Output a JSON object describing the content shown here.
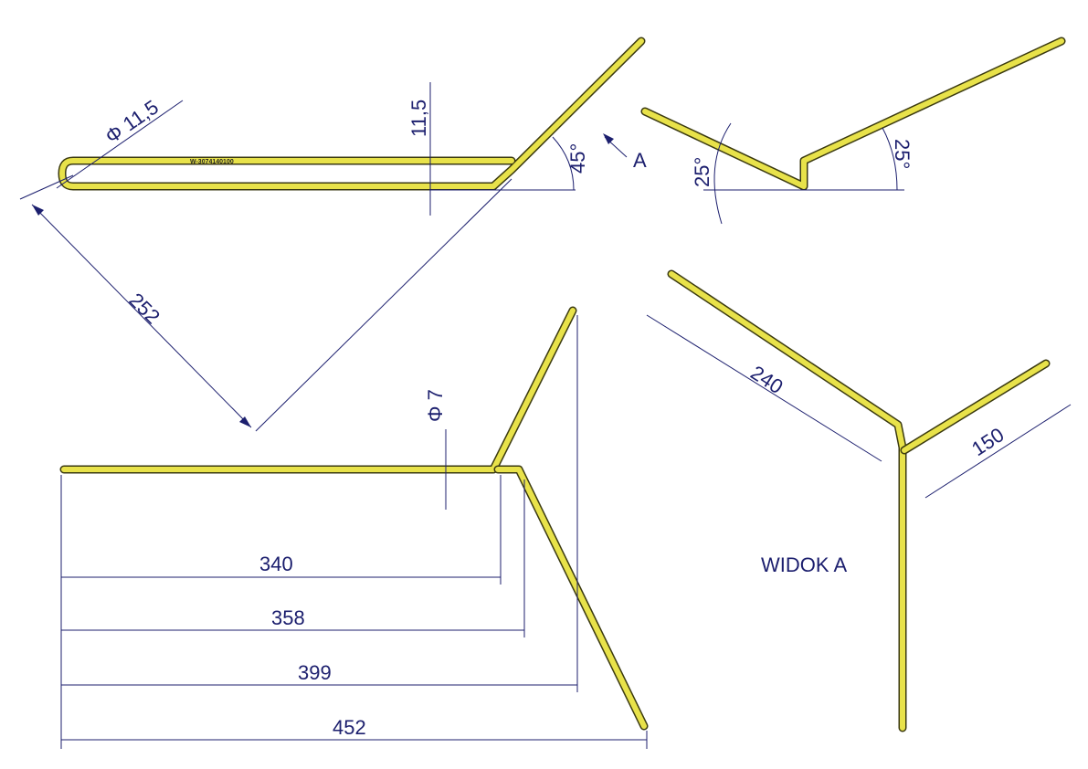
{
  "part_number": "W-3074140100",
  "dimensions": {
    "dia_11_5": "Φ 11,5",
    "height_11_5": "11,5",
    "angle_45": "45°",
    "view_arrow": "A",
    "angle_25_left": "25°",
    "angle_25_right": "25°",
    "len_252": "252",
    "dia_7": "Φ 7",
    "len_340": "340",
    "len_358": "358",
    "len_399": "399",
    "len_452": "452",
    "len_240": "240",
    "len_150": "150"
  },
  "view_label": "WIDOK A",
  "colors": {
    "tube": "#e8e24a",
    "dimension": "#1c1f6e"
  }
}
